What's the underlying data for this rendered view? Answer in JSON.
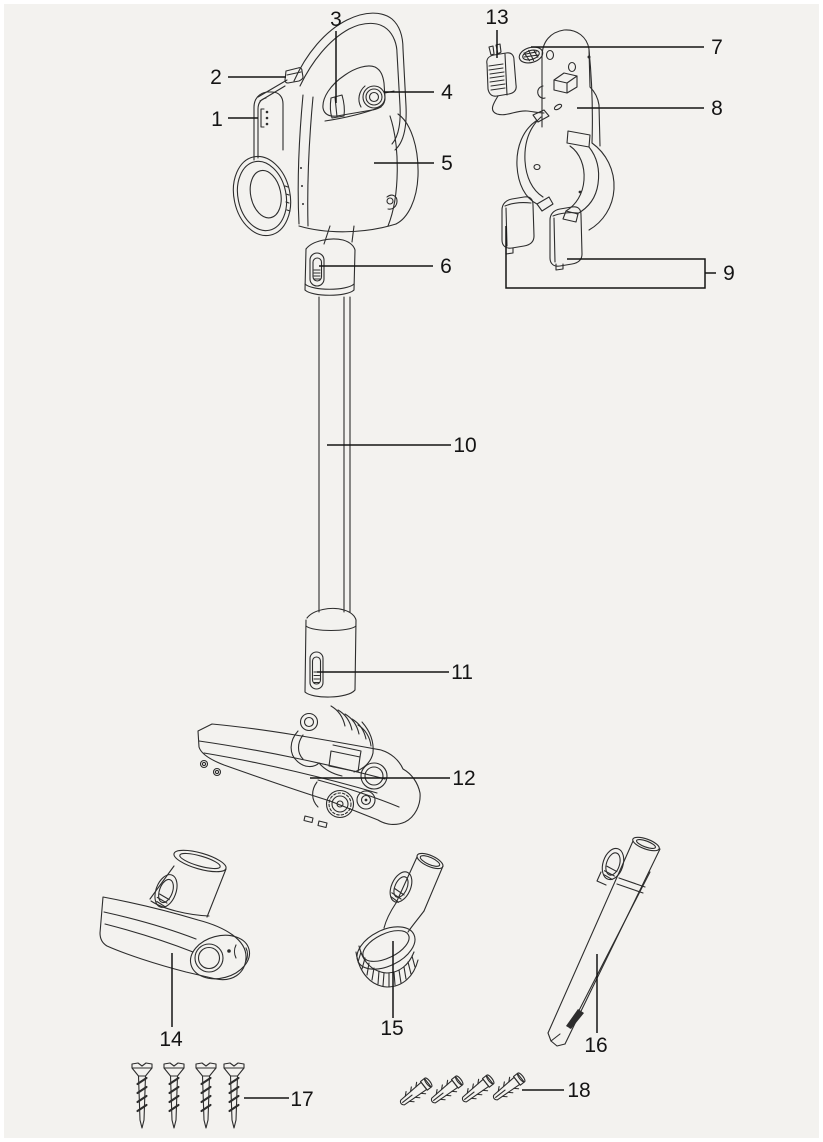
{
  "page": {
    "kind": "product-parts-diagram",
    "colors": {
      "frame": "#ffffff",
      "bg": "#f3f2ef",
      "line": "#2d2d2d",
      "label": "#141414"
    }
  },
  "diagram": {
    "callouts": [
      {
        "number": "1",
        "target": "battery-indicator"
      },
      {
        "number": "2",
        "target": "power-button"
      },
      {
        "number": "3",
        "target": "trigger"
      },
      {
        "number": "4",
        "target": "mode-dial"
      },
      {
        "number": "5",
        "target": "dust-cup-body"
      },
      {
        "number": "6",
        "target": "upper-release-button"
      },
      {
        "number": "7",
        "target": "mount-charging-contact"
      },
      {
        "number": "8",
        "target": "wall-mount-plate"
      },
      {
        "number": "9",
        "target": "accessory-holders"
      },
      {
        "number": "10",
        "target": "extension-tube"
      },
      {
        "number": "11",
        "target": "lower-release-button"
      },
      {
        "number": "12",
        "target": "floor-brush-head"
      },
      {
        "number": "13",
        "target": "charger-adapter"
      },
      {
        "number": "14",
        "target": "mini-motorized-brush"
      },
      {
        "number": "15",
        "target": "dusting-brush"
      },
      {
        "number": "16",
        "target": "crevice-tool"
      },
      {
        "number": "17",
        "target": "mounting-screws"
      },
      {
        "number": "18",
        "target": "wall-anchors"
      }
    ]
  }
}
